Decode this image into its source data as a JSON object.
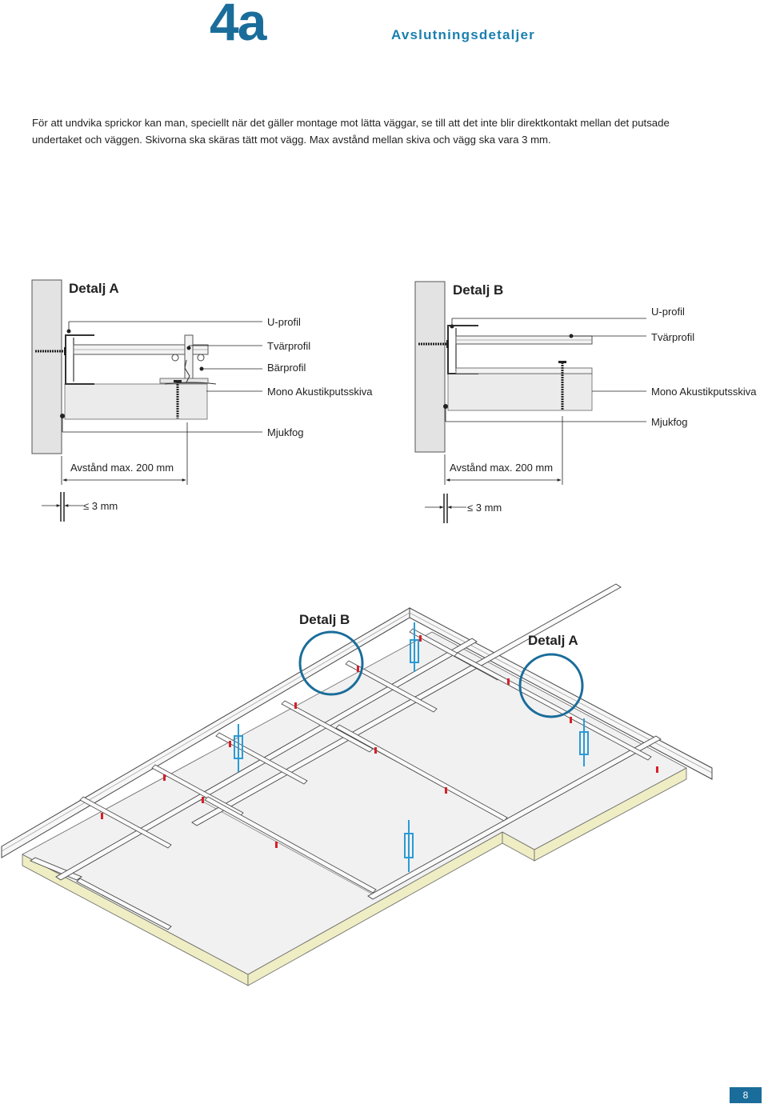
{
  "header": {
    "section_number": "4a",
    "title": "Avslutningsdetaljer"
  },
  "intro": {
    "line1": "För att undvika sprickor kan man, speciellt när det gäller montage mot lätta väggar, se till att det inte blir direktkontakt mellan det putsade",
    "line2": "undertaket och väggen. Skivorna ska skäras tätt mot vägg. Max avstånd mellan skiva och vägg ska vara 3 mm."
  },
  "detail_a": {
    "heading": "Detalj A",
    "labels": {
      "u_profil": "U-profil",
      "tvarprofil": "Tvärprofil",
      "barprofil": "Bärprofil",
      "mono": "Mono Akustikputsskiva",
      "mjukfog": "Mjukfog"
    },
    "distance": "Avstånd max. 200 mm",
    "gap": "≤ 3 mm"
  },
  "detail_b": {
    "heading": "Detalj B",
    "labels": {
      "u_profil": "U-profil",
      "tvarprofil": "Tvärprofil",
      "mono": "Mono Akustikputsskiva",
      "mjukfog": "Mjukfog"
    },
    "distance": "Avstånd max. 200 mm",
    "gap": "≤ 3 mm"
  },
  "iso": {
    "callout_b": "Detalj B",
    "callout_a": "Detalj A"
  },
  "colors": {
    "brand_blue": "#1a6d9a",
    "board_yellow": "#efedc4",
    "hanger_blue": "#2b9bd6",
    "wall_grey": "#e3e3e3"
  },
  "page_number": "8"
}
